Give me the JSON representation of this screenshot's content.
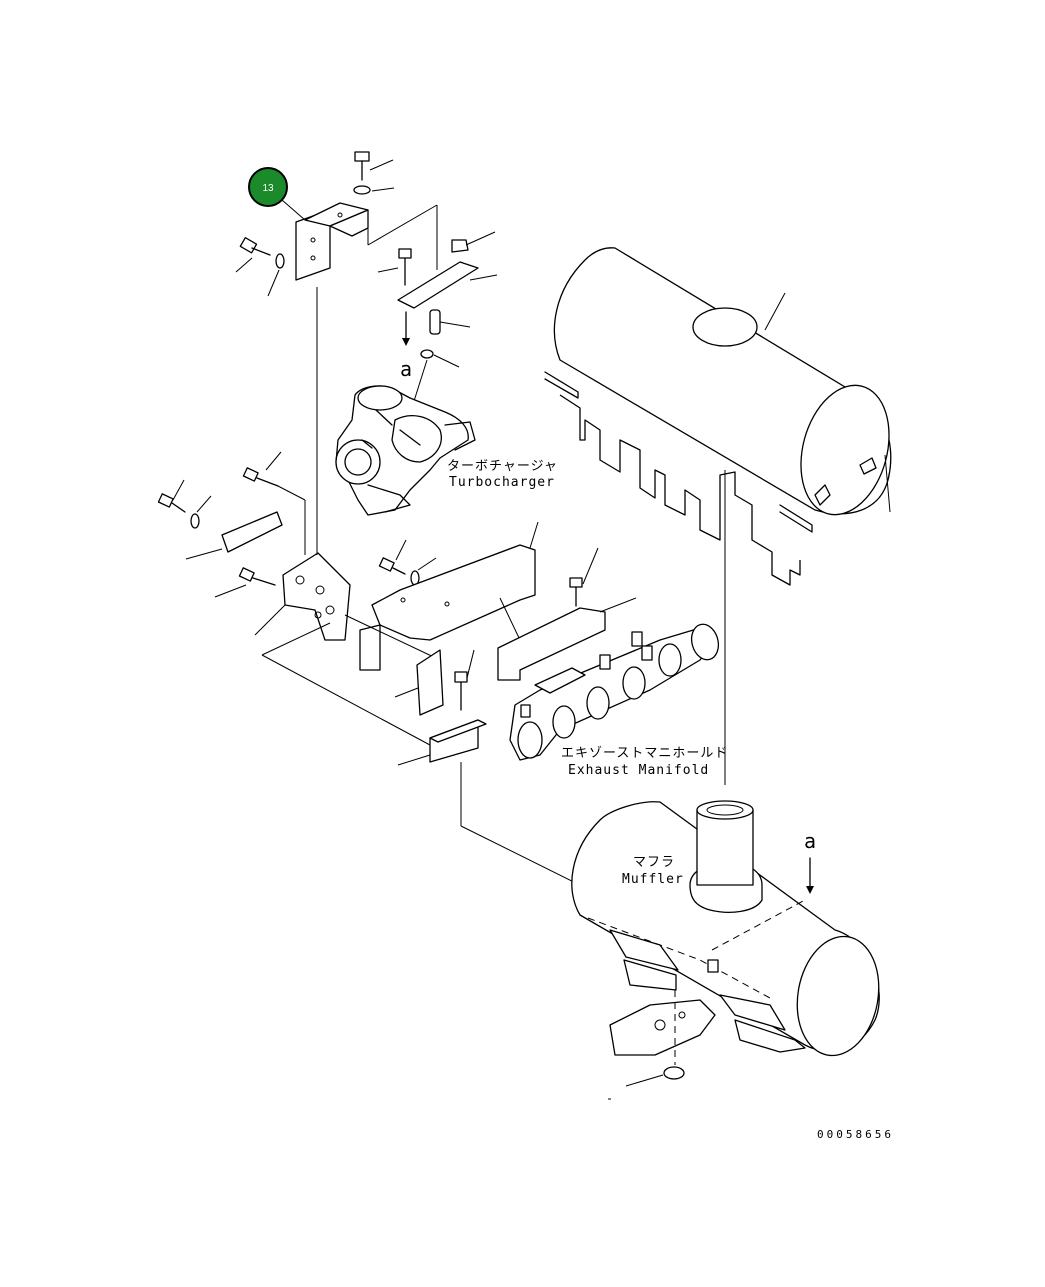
{
  "callout": {
    "number": "13",
    "color": "#1a8a2a"
  },
  "labels": {
    "turbocharger_jp": "ターボチャージャ",
    "turbocharger_en": "Turbocharger",
    "manifold_jp": "エキゾーストマニホールド",
    "manifold_en": "Exhaust Manifold",
    "muffler_jp": "マフラ",
    "muffler_en": "Muffler",
    "ref_a_top": "a",
    "ref_a_right": "a"
  },
  "drawing_number": "00058656"
}
